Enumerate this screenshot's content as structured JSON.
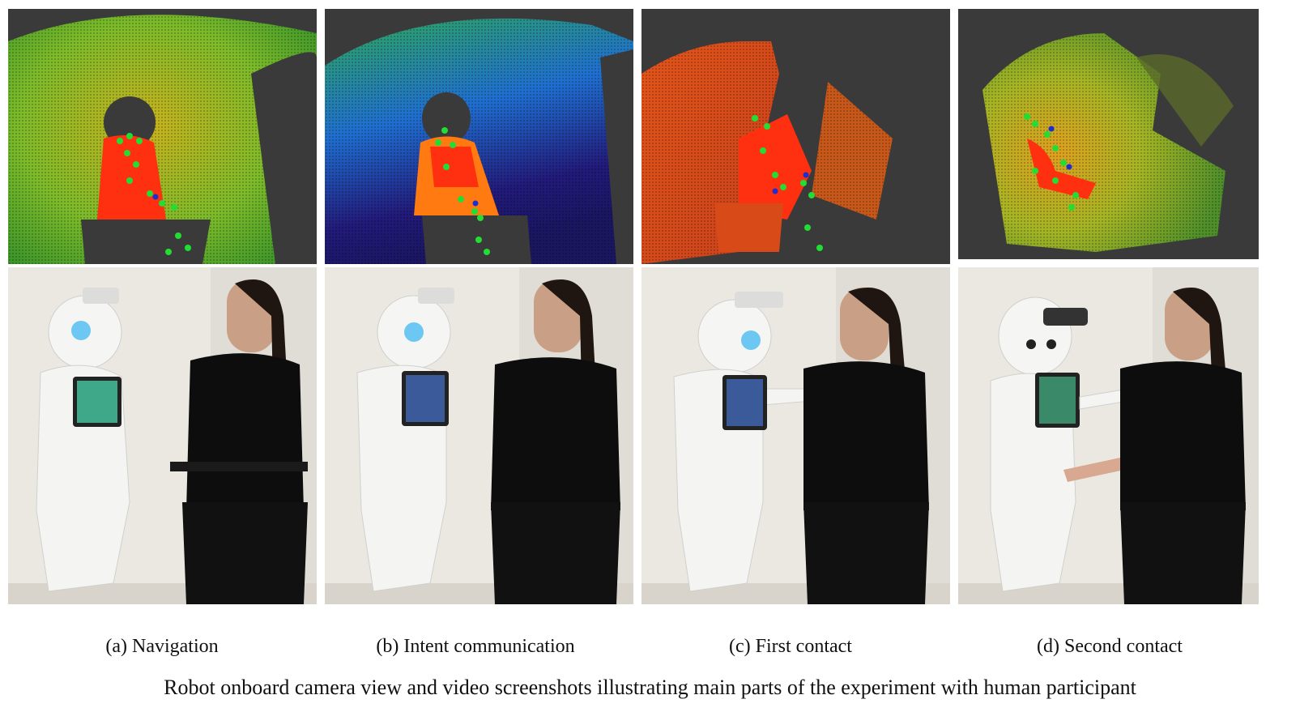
{
  "figure": {
    "caption": "Robot onboard camera view and video screenshots illustrating main parts of the experiment with human participant",
    "subfigures": [
      {
        "label": "(a) Navigation"
      },
      {
        "label": "(b) Intent communication"
      },
      {
        "label": "(c) First contact"
      },
      {
        "label": "(d) Second contact"
      }
    ]
  },
  "colors": {
    "cloud_background": "#3a3a3a",
    "human_points": "#ff3010",
    "skeleton_joint": "#22dd33",
    "skeleton_joint_alt": "#1a2fd0",
    "photo_wall": "#e9e6e0",
    "robot_body": "#f4f4f2",
    "clothing": "#0d0d0d"
  }
}
